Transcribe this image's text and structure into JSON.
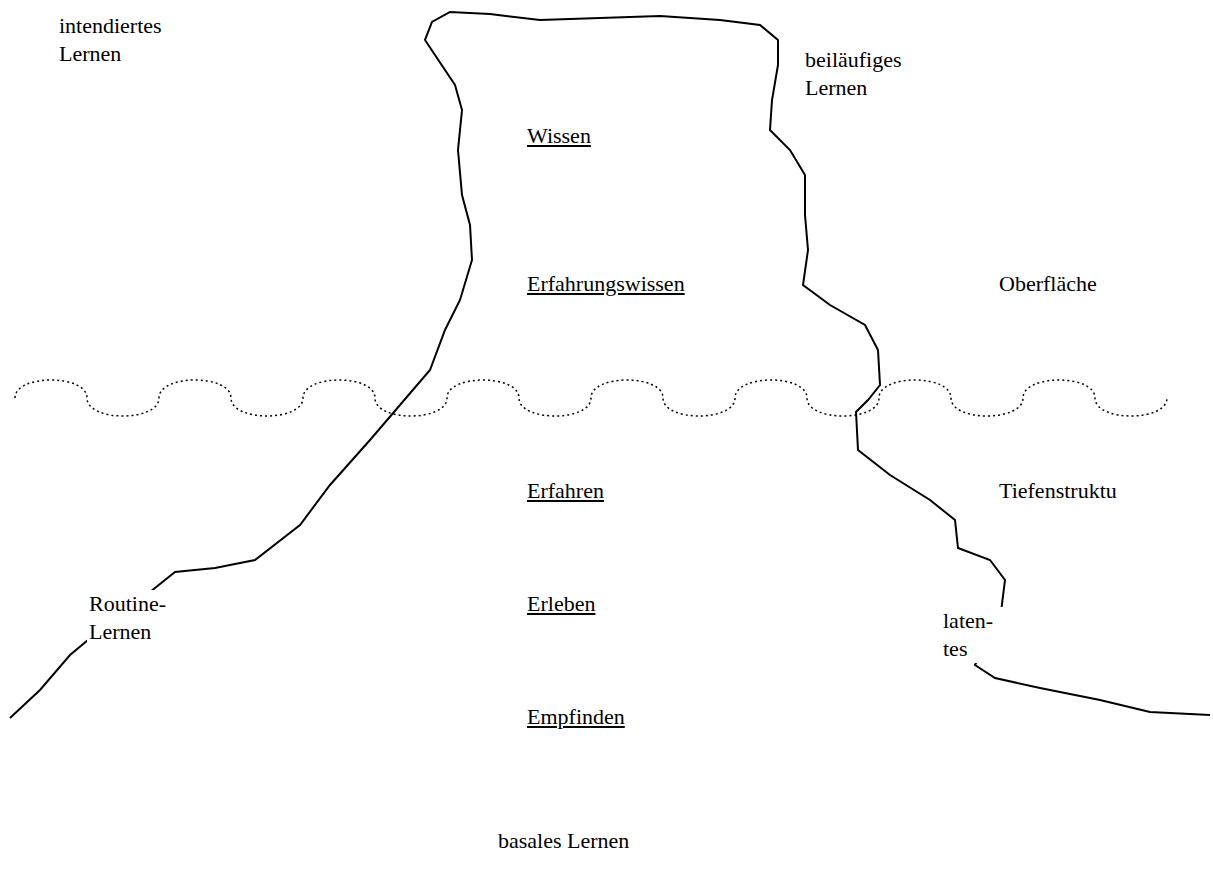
{
  "diagram": {
    "labels": [
      "intendiertes Lernen",
      "Wissen",
      "beiläufiges Lernen",
      "Erfahrungswissen",
      "Oberfläche",
      "Erfahren",
      "Tiefenstruktu",
      "Routine- Lernen",
      "Erleben",
      "laten- tes",
      "Empfinden",
      "basales Lernen"
    ]
  }
}
